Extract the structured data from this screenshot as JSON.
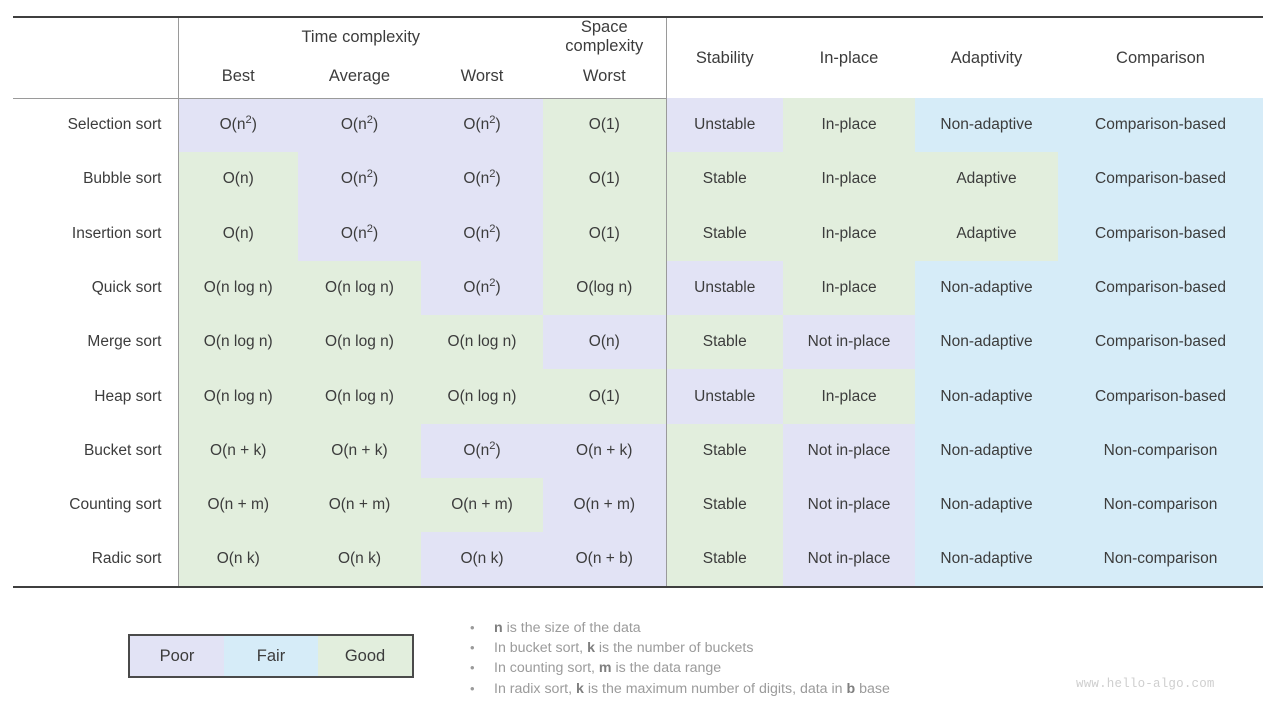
{
  "table": {
    "group_headers": [
      {
        "label": "",
        "key": "algorithm"
      },
      {
        "label": "Time complexity",
        "key": "time"
      },
      {
        "label": "Space complexity",
        "key": "space"
      }
    ],
    "columns": [
      {
        "key": "algorithm",
        "label": ""
      },
      {
        "key": "best",
        "label": "Best",
        "group": "Time complexity"
      },
      {
        "key": "average",
        "label": "Average",
        "group": "Time complexity"
      },
      {
        "key": "worst_time",
        "label": "Worst",
        "group": "Time complexity"
      },
      {
        "key": "worst_space",
        "label": "Worst",
        "group": "Space complexity"
      },
      {
        "key": "stability",
        "label": "Stability"
      },
      {
        "key": "in_place",
        "label": "In-place"
      },
      {
        "key": "adaptivity",
        "label": "Adaptivity"
      },
      {
        "key": "comparison",
        "label": "Comparison"
      }
    ],
    "rows": [
      {
        "algorithm": "Selection sort",
        "cells": [
          {
            "text": "O(n²)",
            "base": "O(n",
            "sup": "2",
            "tail": ")",
            "rating": "poor"
          },
          {
            "text": "O(n²)",
            "base": "O(n",
            "sup": "2",
            "tail": ")",
            "rating": "poor"
          },
          {
            "text": "O(n²)",
            "base": "O(n",
            "sup": "2",
            "tail": ")",
            "rating": "poor"
          },
          {
            "text": "O(1)",
            "rating": "good"
          },
          {
            "text": "Unstable",
            "rating": "poor"
          },
          {
            "text": "In-place",
            "rating": "good"
          },
          {
            "text": "Non-adaptive",
            "rating": "fair"
          },
          {
            "text": "Comparison-based",
            "rating": "fair"
          }
        ]
      },
      {
        "algorithm": "Bubble sort",
        "cells": [
          {
            "text": "O(n)",
            "rating": "good"
          },
          {
            "text": "O(n²)",
            "base": "O(n",
            "sup": "2",
            "tail": ")",
            "rating": "poor"
          },
          {
            "text": "O(n²)",
            "base": "O(n",
            "sup": "2",
            "tail": ")",
            "rating": "poor"
          },
          {
            "text": "O(1)",
            "rating": "good"
          },
          {
            "text": "Stable",
            "rating": "good"
          },
          {
            "text": "In-place",
            "rating": "good"
          },
          {
            "text": "Adaptive",
            "rating": "good"
          },
          {
            "text": "Comparison-based",
            "rating": "fair"
          }
        ]
      },
      {
        "algorithm": "Insertion sort",
        "cells": [
          {
            "text": "O(n)",
            "rating": "good"
          },
          {
            "text": "O(n²)",
            "base": "O(n",
            "sup": "2",
            "tail": ")",
            "rating": "poor"
          },
          {
            "text": "O(n²)",
            "base": "O(n",
            "sup": "2",
            "tail": ")",
            "rating": "poor"
          },
          {
            "text": "O(1)",
            "rating": "good"
          },
          {
            "text": "Stable",
            "rating": "good"
          },
          {
            "text": "In-place",
            "rating": "good"
          },
          {
            "text": "Adaptive",
            "rating": "good"
          },
          {
            "text": "Comparison-based",
            "rating": "fair"
          }
        ]
      },
      {
        "algorithm": "Quick sort",
        "cells": [
          {
            "text": "O(n log n)",
            "rating": "good"
          },
          {
            "text": "O(n log n)",
            "rating": "good"
          },
          {
            "text": "O(n²)",
            "base": "O(n",
            "sup": "2",
            "tail": ")",
            "rating": "poor"
          },
          {
            "text": "O(log n)",
            "rating": "good"
          },
          {
            "text": "Unstable",
            "rating": "poor"
          },
          {
            "text": "In-place",
            "rating": "good"
          },
          {
            "text": "Non-adaptive",
            "rating": "fair"
          },
          {
            "text": "Comparison-based",
            "rating": "fair"
          }
        ]
      },
      {
        "algorithm": "Merge sort",
        "cells": [
          {
            "text": "O(n log n)",
            "rating": "good"
          },
          {
            "text": "O(n log n)",
            "rating": "good"
          },
          {
            "text": "O(n log n)",
            "rating": "good"
          },
          {
            "text": "O(n)",
            "rating": "poor"
          },
          {
            "text": "Stable",
            "rating": "good"
          },
          {
            "text": "Not in-place",
            "rating": "poor"
          },
          {
            "text": "Non-adaptive",
            "rating": "fair"
          },
          {
            "text": "Comparison-based",
            "rating": "fair"
          }
        ]
      },
      {
        "algorithm": "Heap sort",
        "cells": [
          {
            "text": "O(n log n)",
            "rating": "good"
          },
          {
            "text": "O(n log n)",
            "rating": "good"
          },
          {
            "text": "O(n log n)",
            "rating": "good"
          },
          {
            "text": "O(1)",
            "rating": "good"
          },
          {
            "text": "Unstable",
            "rating": "poor"
          },
          {
            "text": "In-place",
            "rating": "good"
          },
          {
            "text": "Non-adaptive",
            "rating": "fair"
          },
          {
            "text": "Comparison-based",
            "rating": "fair"
          }
        ]
      },
      {
        "algorithm": "Bucket sort",
        "cells": [
          {
            "text": "O(n + k)",
            "rating": "good"
          },
          {
            "text": "O(n + k)",
            "rating": "good"
          },
          {
            "text": "O(n²)",
            "base": "O(n",
            "sup": "2",
            "tail": ")",
            "rating": "poor"
          },
          {
            "text": "O(n + k)",
            "rating": "poor"
          },
          {
            "text": "Stable",
            "rating": "good"
          },
          {
            "text": "Not in-place",
            "rating": "poor"
          },
          {
            "text": "Non-adaptive",
            "rating": "fair"
          },
          {
            "text": "Non-comparison",
            "rating": "fair"
          }
        ]
      },
      {
        "algorithm": "Counting sort",
        "cells": [
          {
            "text": "O(n + m)",
            "rating": "good"
          },
          {
            "text": "O(n + m)",
            "rating": "good"
          },
          {
            "text": "O(n + m)",
            "rating": "good"
          },
          {
            "text": "O(n + m)",
            "rating": "poor"
          },
          {
            "text": "Stable",
            "rating": "good"
          },
          {
            "text": "Not in-place",
            "rating": "poor"
          },
          {
            "text": "Non-adaptive",
            "rating": "fair"
          },
          {
            "text": "Non-comparison",
            "rating": "fair"
          }
        ]
      },
      {
        "algorithm": "Radic sort",
        "cells": [
          {
            "text": "O(n k)",
            "rating": "good"
          },
          {
            "text": "O(n k)",
            "rating": "good"
          },
          {
            "text": "O(n k)",
            "rating": "poor"
          },
          {
            "text": "O(n + b)",
            "rating": "poor"
          },
          {
            "text": "Stable",
            "rating": "good"
          },
          {
            "text": "Not in-place",
            "rating": "poor"
          },
          {
            "text": "Non-adaptive",
            "rating": "fair"
          },
          {
            "text": "Non-comparison",
            "rating": "fair"
          }
        ]
      }
    ]
  },
  "legend": {
    "items": [
      {
        "label": "Poor",
        "rating": "poor",
        "color": "#e2e3f5"
      },
      {
        "label": "Fair",
        "rating": "fair",
        "color": "#d6ecf8"
      },
      {
        "label": "Good",
        "rating": "good",
        "color": "#e2eedd"
      }
    ]
  },
  "notes": {
    "bullet": "•",
    "items": [
      [
        {
          "t": "n",
          "b": true
        },
        {
          "t": " is the size of the data",
          "b": false
        }
      ],
      [
        {
          "t": "In bucket sort, ",
          "b": false
        },
        {
          "t": "k",
          "b": true
        },
        {
          "t": " is the number of buckets",
          "b": false
        }
      ],
      [
        {
          "t": "In counting sort, ",
          "b": false
        },
        {
          "t": "m",
          "b": true
        },
        {
          "t": " is the data range",
          "b": false
        }
      ],
      [
        {
          "t": "In radix sort, ",
          "b": false
        },
        {
          "t": "k",
          "b": true
        },
        {
          "t": " is the maximum number of digits, data in ",
          "b": false
        },
        {
          "t": "b",
          "b": true
        },
        {
          "t": " base",
          "b": false
        }
      ]
    ]
  },
  "watermark": {
    "text": "www.hello-algo.com"
  },
  "colors": {
    "poor": "#e2e3f5",
    "fair": "#d6ecf8",
    "good": "#e2eedd",
    "text": "#3c3c3c",
    "note_text": "#9b9b9b",
    "rule": "#9a9a9a",
    "border": "#3f3f3f"
  }
}
